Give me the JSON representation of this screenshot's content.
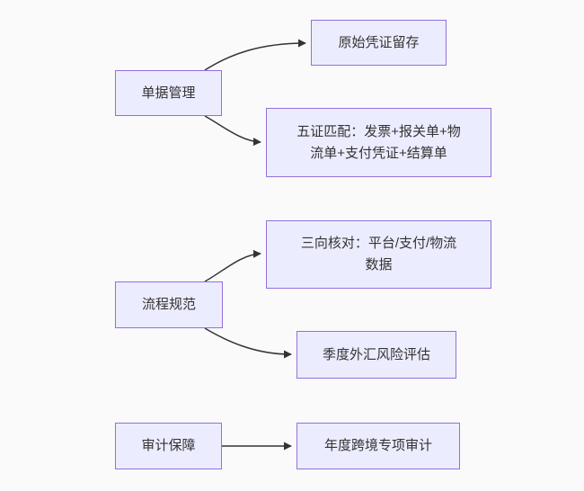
{
  "diagram": {
    "type": "flowchart",
    "nodes": [
      {
        "id": "doc_mgmt",
        "label": "单据管理"
      },
      {
        "id": "orig_voucher",
        "label": "原始凭证留存"
      },
      {
        "id": "five_match",
        "label": "五证匹配：发票+报关单+物\n流单+支付凭证+结算单"
      },
      {
        "id": "process_norm",
        "label": "流程规范"
      },
      {
        "id": "three_way",
        "label": "三向核对：平台/支付/物流\n数据"
      },
      {
        "id": "quarter_fx",
        "label": "季度外汇风险评估"
      },
      {
        "id": "audit_guard",
        "label": "审计保障"
      },
      {
        "id": "annual_audit",
        "label": "年度跨境专项审计"
      }
    ],
    "edges": [
      {
        "from": "doc_mgmt",
        "to": "orig_voucher"
      },
      {
        "from": "doc_mgmt",
        "to": "five_match"
      },
      {
        "from": "process_norm",
        "to": "three_way"
      },
      {
        "from": "process_norm",
        "to": "quarter_fx"
      },
      {
        "from": "audit_guard",
        "to": "annual_audit"
      }
    ],
    "colors": {
      "background": "#fafafa",
      "node_fill": "#ececff",
      "node_border": "#9370db",
      "edge": "#333333",
      "text": "#333333"
    }
  }
}
